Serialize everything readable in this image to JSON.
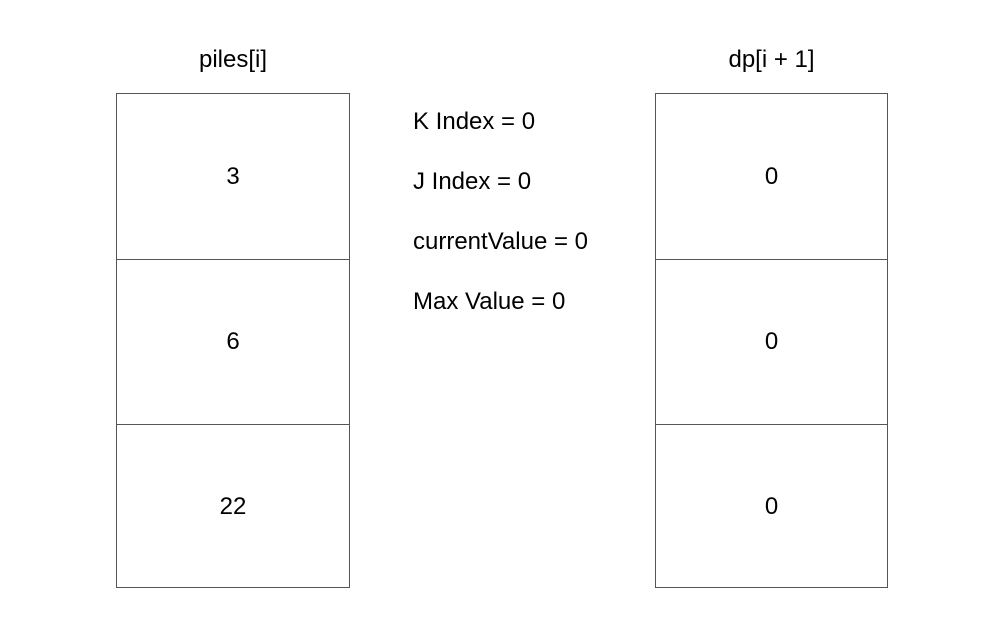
{
  "piles": {
    "title": "piles[i]",
    "cells": [
      "3",
      "6",
      "22"
    ]
  },
  "dp": {
    "title": "dp[i + 1]",
    "cells": [
      "0",
      "0",
      "0"
    ]
  },
  "variables": [
    "K Index = 0",
    "J Index = 0",
    "currentValue = 0",
    "Max Value = 0"
  ]
}
